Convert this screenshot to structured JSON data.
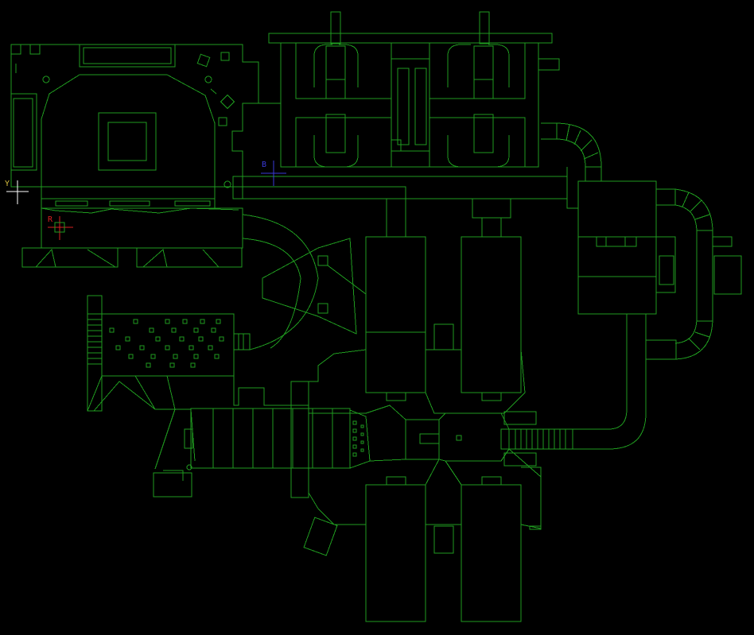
{
  "map": {
    "view": "automap",
    "colors": {
      "background": "#000000",
      "walls": "#1f9a1f",
      "walls_dim": "#137013",
      "player_yellow": "#e8e8e8",
      "label_yellow": "#d8c040",
      "marker_blue": "#3a3ad8",
      "marker_red": "#d82020"
    }
  },
  "markers": [
    {
      "id": "y",
      "label": "Y",
      "color": "#d8c040",
      "cross_color": "#ffffff"
    },
    {
      "id": "b",
      "label": "B",
      "color": "#3a3ad8",
      "cross_color": "#3a3ad8"
    },
    {
      "id": "r",
      "label": "R",
      "color": "#d82020",
      "cross_color": "#d82020"
    }
  ]
}
